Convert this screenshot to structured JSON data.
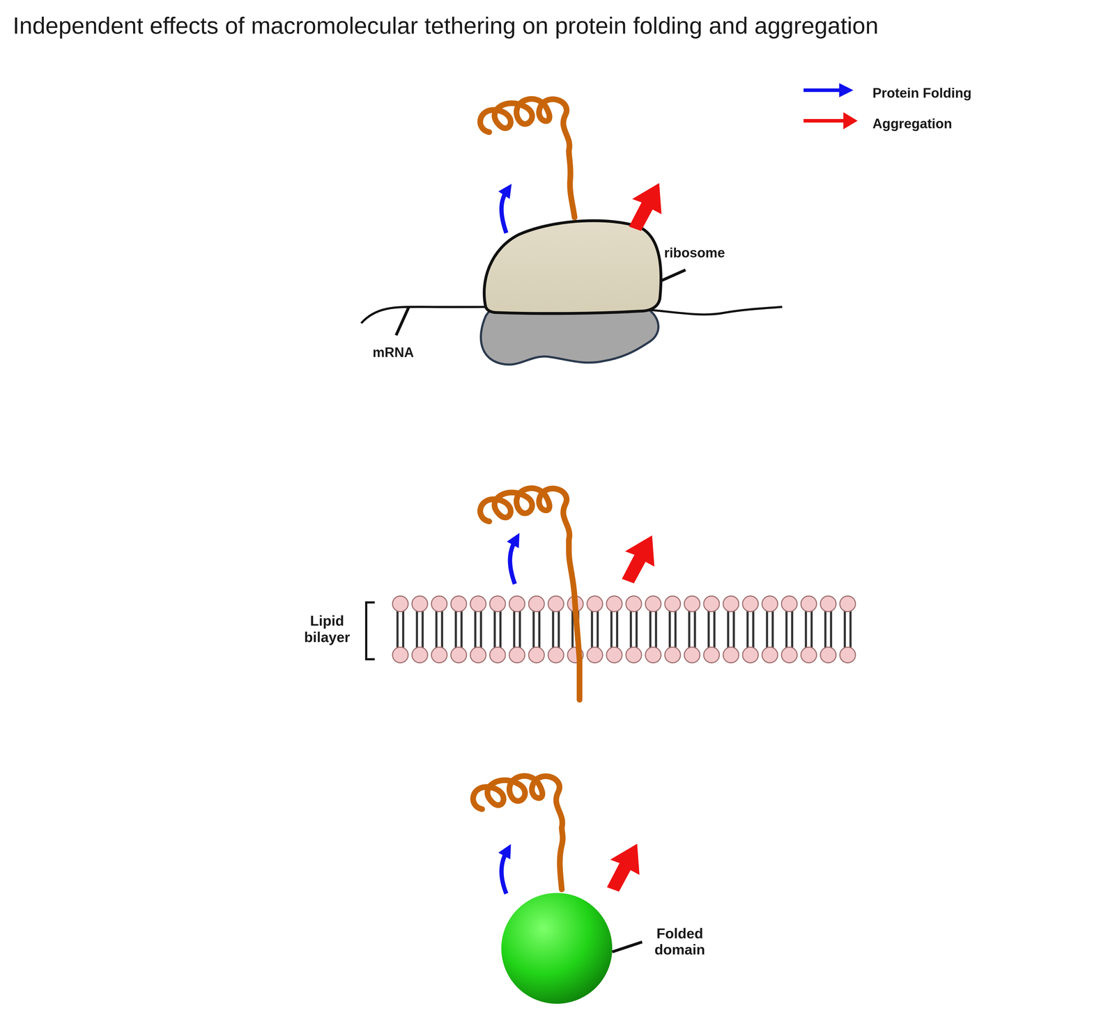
{
  "diagram": {
    "title": "Independent effects of macromolecular tethering on protein folding and aggregation",
    "labels": [
      "ribosome",
      "mRNA",
      "Lipid bilayer",
      "Folded domain"
    ],
    "legend": [
      {
        "text": "Protein Folding"
      },
      {
        "text": "Aggregation"
      }
    ]
  }
}
